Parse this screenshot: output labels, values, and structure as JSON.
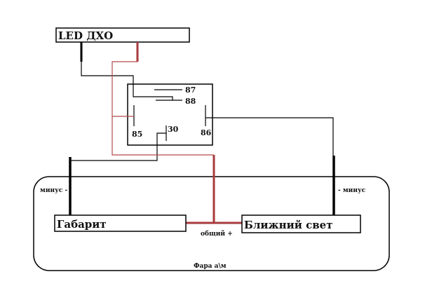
{
  "colors": {
    "wire_negative": "#000000",
    "wire_positive": "#a83a3c",
    "wire_positive_thin": "#b5494b",
    "outline": "#000000",
    "background": "#ffffff"
  },
  "led_drl": {
    "label": "LED ДХО"
  },
  "relay": {
    "pins": {
      "p87": "87",
      "p88": "88",
      "p85": "85",
      "p86": "86",
      "p30": "30"
    }
  },
  "headlight": {
    "label": "Фара а\\м",
    "parking_light": {
      "label": "Габарит"
    },
    "low_beam": {
      "label": "Ближний свет"
    },
    "minus_left": "минус -",
    "minus_right": "- минус",
    "common_plus": "общий +"
  }
}
